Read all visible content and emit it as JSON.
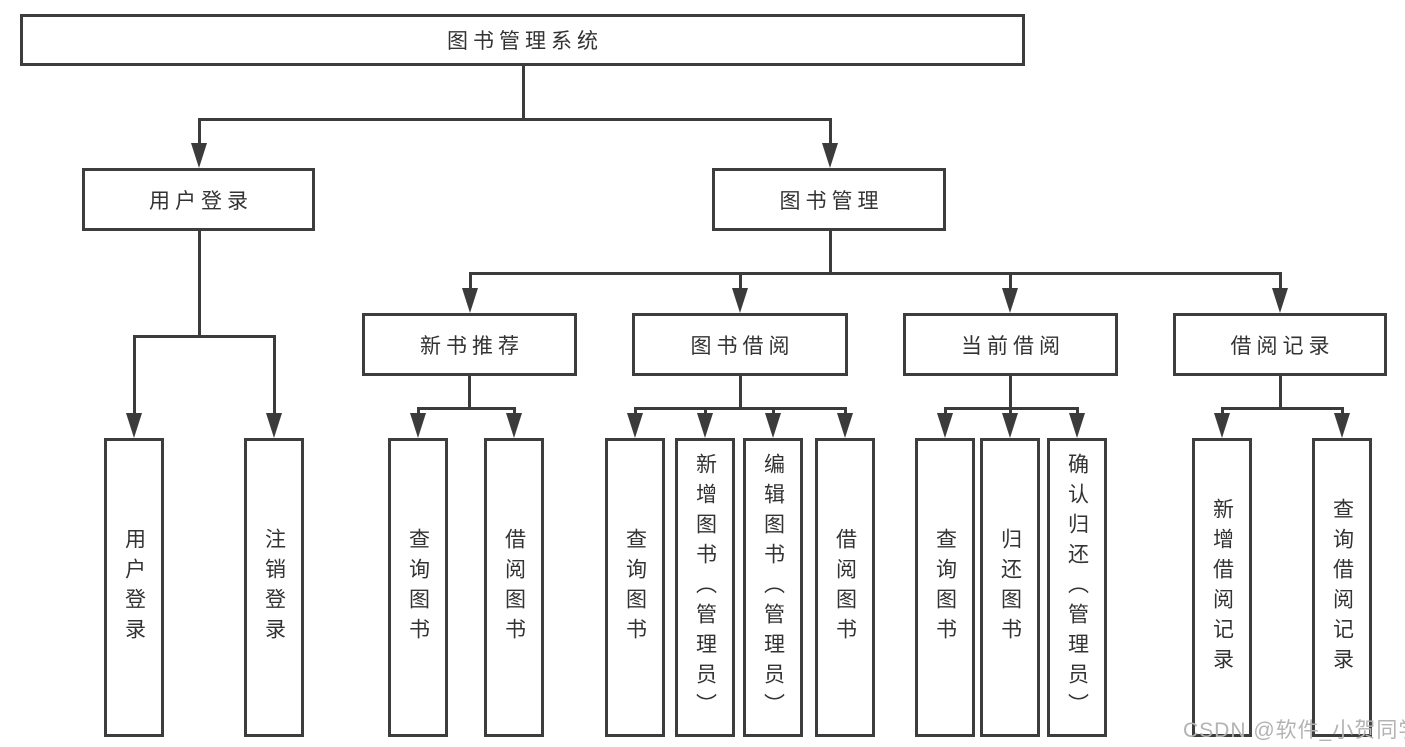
{
  "tree": {
    "label": "图书管理系统",
    "children": [
      {
        "label": "用户登录",
        "children": [
          {
            "label": "用户登录"
          },
          {
            "label": "注销登录"
          }
        ]
      },
      {
        "label": "图书管理",
        "children": [
          {
            "label": "新书推荐",
            "children": [
              {
                "label": "查询图书"
              },
              {
                "label": "借阅图书"
              }
            ]
          },
          {
            "label": "图书借阅",
            "children": [
              {
                "label": "查询图书"
              },
              {
                "label": "新增图书（管理员）"
              },
              {
                "label": "编辑图书（管理员）"
              },
              {
                "label": "借阅图书"
              }
            ]
          },
          {
            "label": "当前借阅",
            "children": [
              {
                "label": "查询图书"
              },
              {
                "label": "归还图书"
              },
              {
                "label": "确认归还（管理员）"
              }
            ]
          },
          {
            "label": "借阅记录",
            "children": [
              {
                "label": "新增借阅记录"
              },
              {
                "label": "查询借阅记录"
              }
            ]
          }
        ]
      }
    ]
  },
  "watermark": "CSDN @软件_小贺同学",
  "colors": {
    "line": "#3b3b3b",
    "border": "#3d3d3d",
    "text": "#333333",
    "watermark": "#b3b3b3",
    "background": "#ffffff"
  }
}
